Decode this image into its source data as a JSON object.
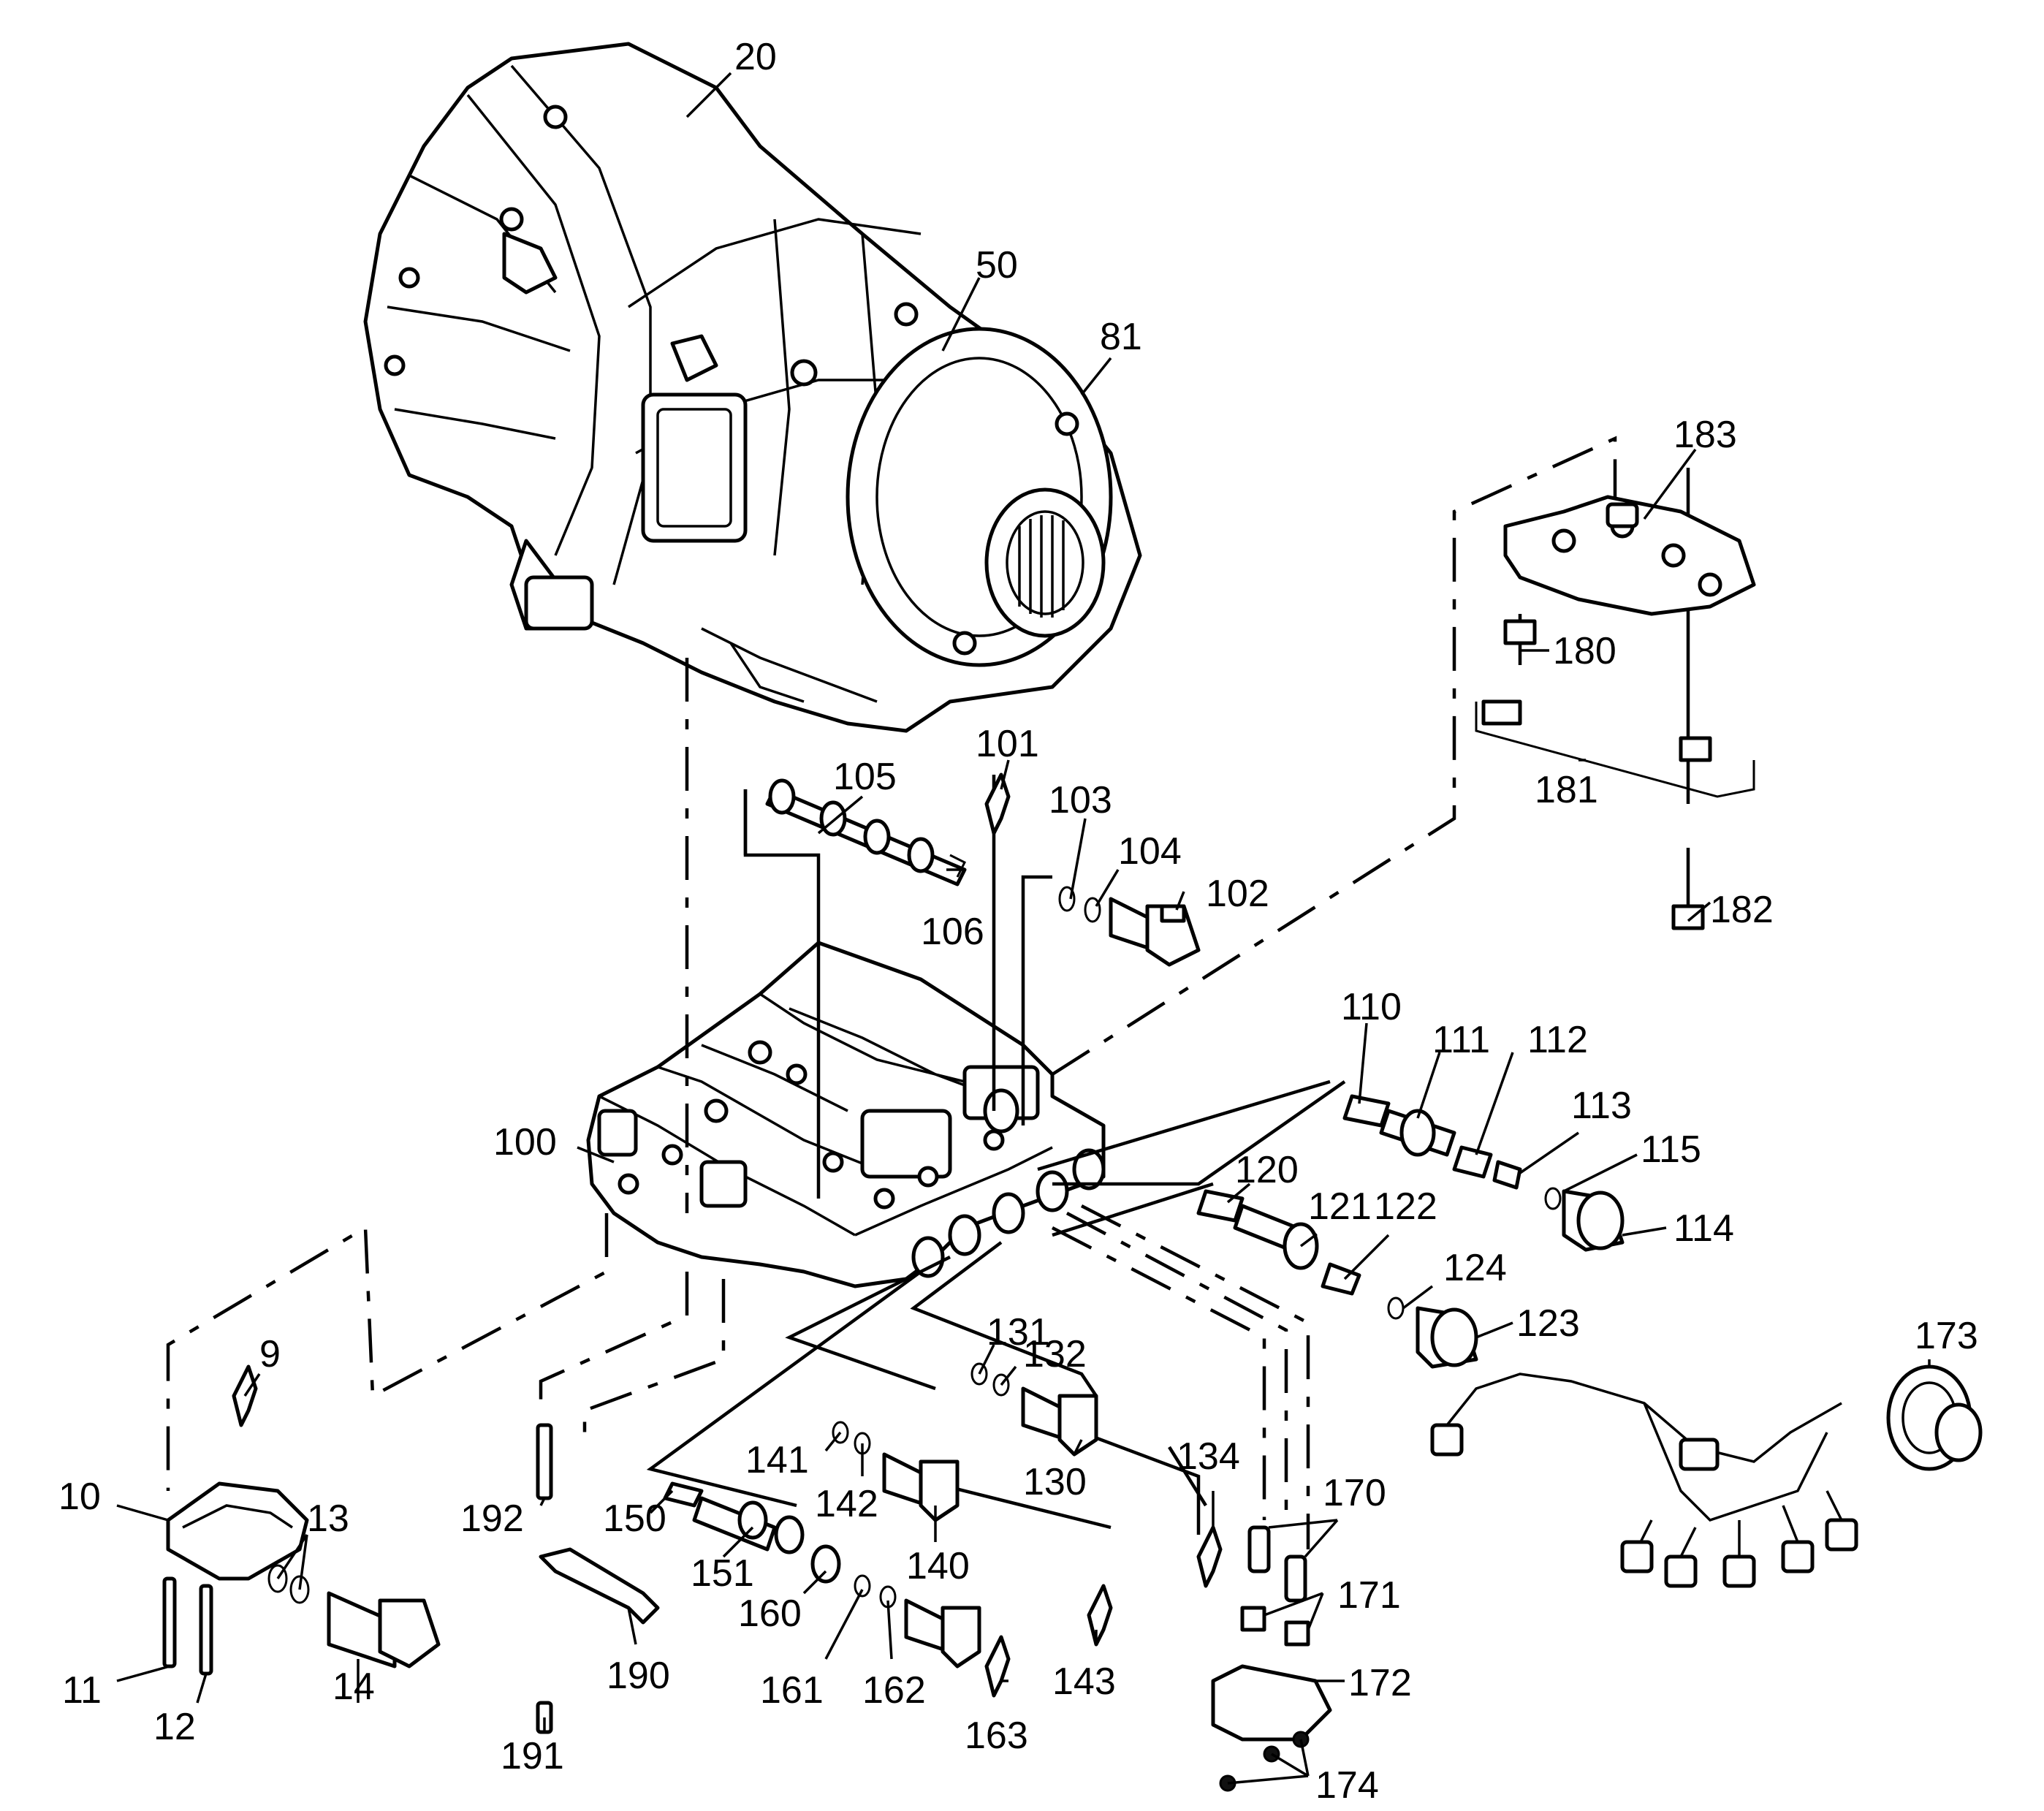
{
  "labels": {
    "l9": "9",
    "l10": "10",
    "l11": "11",
    "l12": "12",
    "l13": "13",
    "l14": "14",
    "l20": "20",
    "l50": "50",
    "l81": "81",
    "l100": "100",
    "l101": "101",
    "l102": "102",
    "l103": "103",
    "l104": "104",
    "l105": "105",
    "l106": "106",
    "l110": "110",
    "l111": "111",
    "l112": "112",
    "l113": "113",
    "l114": "114",
    "l115": "115",
    "l120": "120",
    "l121": "121",
    "l122": "122",
    "l123": "123",
    "l124": "124",
    "l130": "130",
    "l131": "131",
    "l132": "132",
    "l134": "134",
    "l140": "140",
    "l141": "141",
    "l142": "142",
    "l143": "143",
    "l150": "150",
    "l151": "151",
    "l160": "160",
    "l161": "161",
    "l162": "162",
    "l163": "163",
    "l170": "170",
    "l171": "171",
    "l172": "172",
    "l173": "173",
    "l174": "174",
    "l180": "180",
    "l181": "181",
    "l182": "182",
    "l183": "183",
    "l190": "190",
    "l191": "191",
    "l192": "192"
  }
}
